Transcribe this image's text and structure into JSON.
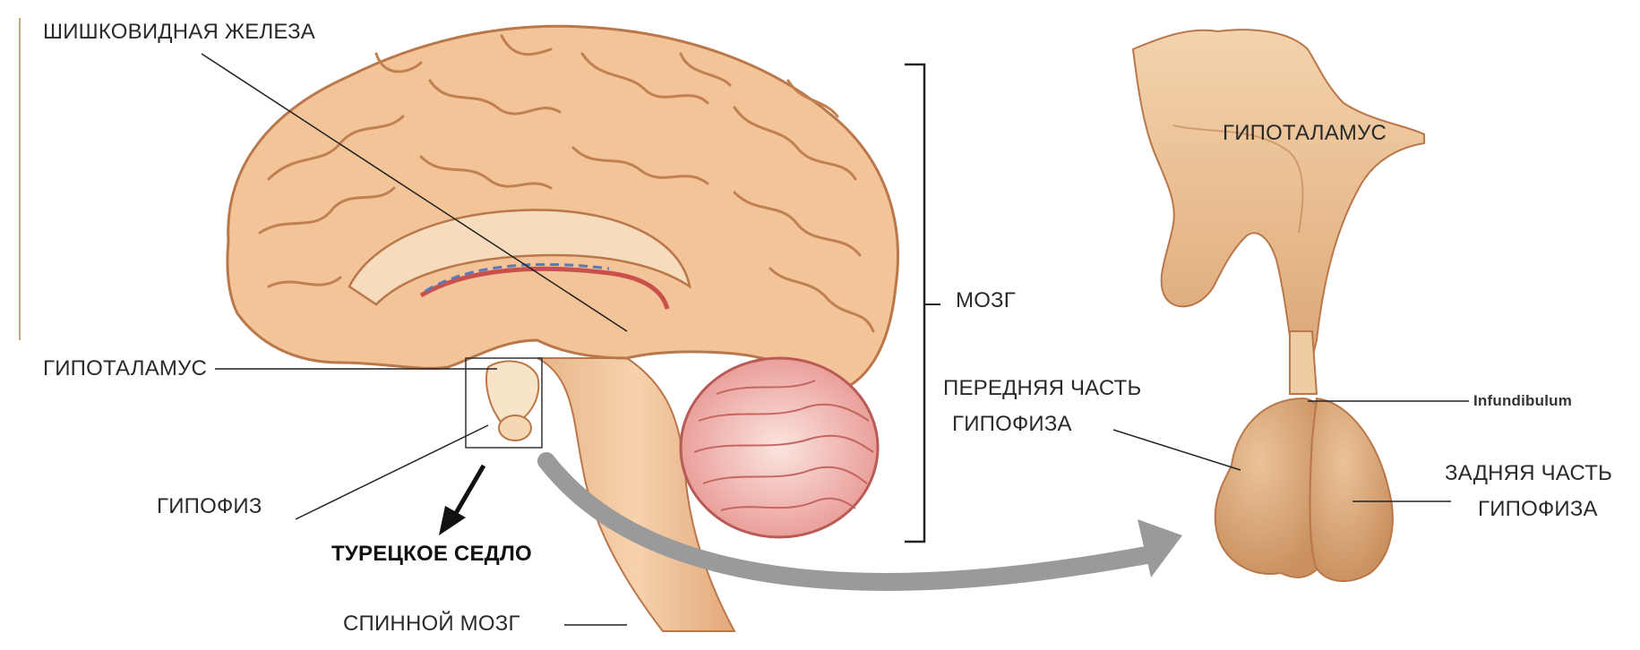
{
  "labels": {
    "pineal": "ШИШКОВИДНАЯ ЖЕЛЕЗА",
    "hypothalamus_left": "ГИПОТАЛАМУС",
    "pituitary_left": "ГИПОФИЗ",
    "sella": "ТУРЕЦКОЕ СЕДЛО",
    "spinal": "СПИННОЙ МОЗГ",
    "brain": "МОЗГ",
    "anterior_line1": "ПЕРЕДНЯЯ ЧАСТЬ",
    "anterior_line2": "ГИПОФИЗА",
    "hypothalamus_right": "ГИПОТАЛАМУС",
    "infundibulum": "Infundibulum",
    "posterior_line1": "ЗАДНЯЯ ЧАСТЬ",
    "posterior_line2": "ГИПОФИЗА"
  },
  "colors": {
    "brain_fill": "#f2c497",
    "brain_stroke": "#b9774a",
    "cerebellum": "#e9a3a0",
    "cerebellum_stroke": "#b85a55",
    "arrow": "#9a9a9a",
    "leader": "#222222"
  }
}
